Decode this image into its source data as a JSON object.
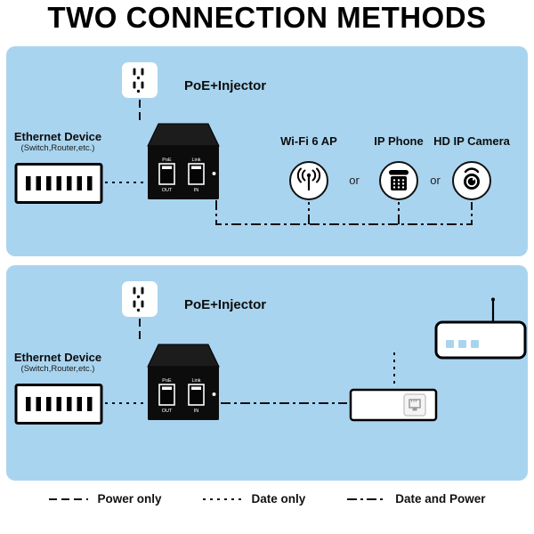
{
  "title": "TWO CONNECTION METHODS",
  "colors": {
    "panel_blue": "#a9d4ef",
    "line_black": "#111111",
    "device_black": "#0c0c0c"
  },
  "method1": {
    "injector_label": "PoE+Injector",
    "ethernet_device_title": "Ethernet Device",
    "ethernet_device_subtitle": "(Switch,Router,etc.)",
    "or_1": "or",
    "or_2": "or",
    "endpoints": [
      "Wi-Fi 6 AP",
      "IP Phone",
      "HD IP Camera"
    ]
  },
  "method2": {
    "injector_label": "PoE+Injector",
    "ethernet_device_title": "Ethernet Device",
    "ethernet_device_subtitle": "(Switch,Router,etc.)"
  },
  "injector_device": {
    "port_left_label": "PoE",
    "port_left_sub": "OUT",
    "port_right_label": "Link",
    "port_right_sub": "IN"
  },
  "legend": {
    "power_only": "Power only",
    "data_only": "Date only",
    "data_and_power": "Date and Power"
  },
  "icons": {
    "outlet": "power-outlet-icon",
    "wifi_ap": "wifi-ap-icon",
    "ip_phone": "ip-phone-icon",
    "camera": "dome-camera-icon",
    "router": "wireless-router-icon",
    "ethernet_switch": "ethernet-switch-icon",
    "ethernet_port": "ethernet-port-icon",
    "injector": "poe-injector-device"
  }
}
